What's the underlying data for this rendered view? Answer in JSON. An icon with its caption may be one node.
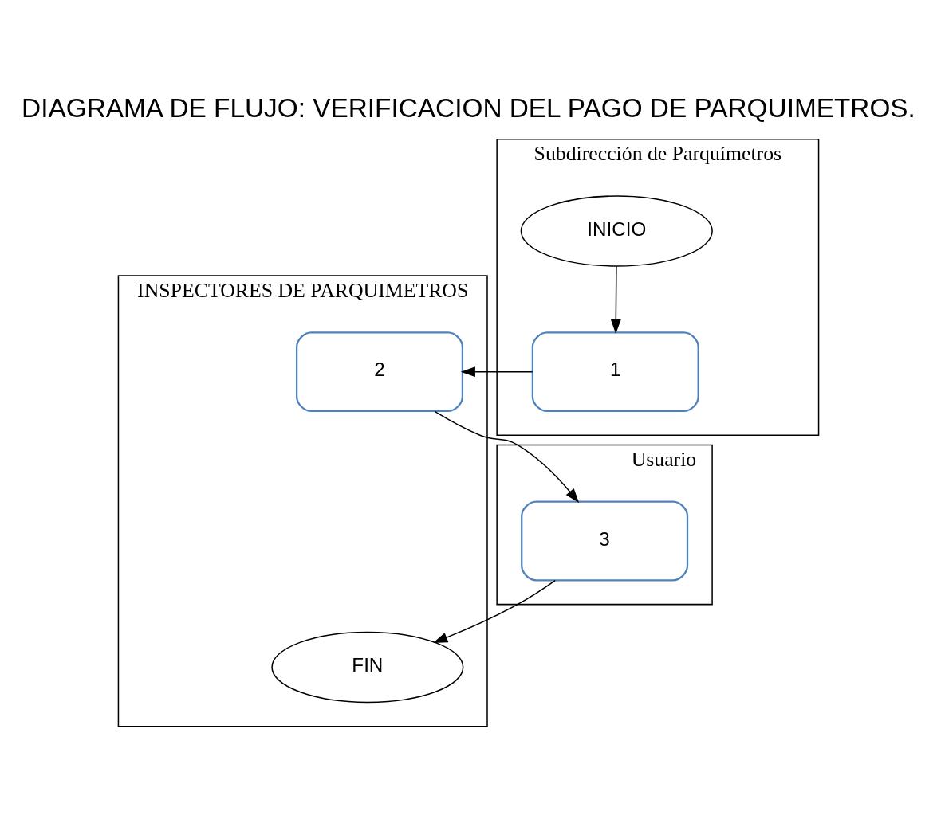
{
  "diagram": {
    "title": "DIAGRAMA DE FLUJO: VERIFICACION DEL PAGO DE PARQUIMETROS.",
    "nodes": [
      {
        "text": [
          "Usuario"
        ]
      },
      {
        "text": [
          "INSPECTORES DE PARQUIMETROS"
        ]
      },
      {
        "text": [
          "Subdirección de Parquímetros"
        ]
      },
      {
        "text": [
          "INICIO"
        ],
        "in": 2
      },
      {
        "text": [
          "1"
        ],
        "in": 2
      },
      {
        "text": [
          "2"
        ],
        "in": 1
      },
      {
        "text": [
          "3"
        ],
        "in": 0
      },
      {
        "text": [
          "FIN"
        ],
        "in": 1
      }
    ],
    "edges": [
      {
        "from": 3,
        "to": 4,
        "arrow": "to"
      },
      {
        "from": 4,
        "to": 5,
        "arrow": "to"
      },
      {
        "from": 5,
        "to": 6,
        "arrow": "to"
      },
      {
        "from": 6,
        "to": 7,
        "arrow": "to"
      }
    ]
  }
}
